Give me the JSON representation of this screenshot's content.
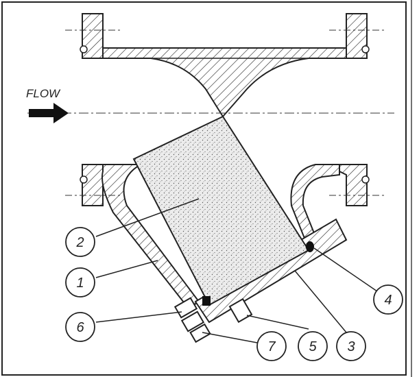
{
  "flow_label": "FLOW",
  "callouts": [
    {
      "number": "1",
      "name": "callout-1"
    },
    {
      "number": "2",
      "name": "callout-2"
    },
    {
      "number": "3",
      "name": "callout-3"
    },
    {
      "number": "4",
      "name": "callout-4"
    },
    {
      "number": "5",
      "name": "callout-5"
    },
    {
      "number": "6",
      "name": "callout-6"
    },
    {
      "number": "7",
      "name": "callout-7"
    }
  ],
  "colors": {
    "line": "#222222",
    "hatch": "#333333",
    "screen_fill": "#e9e9e9",
    "background": "#ffffff"
  }
}
